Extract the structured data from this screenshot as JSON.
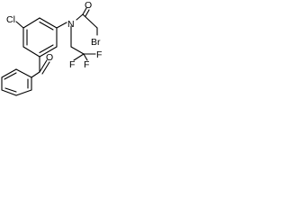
{
  "molecule": {
    "atoms": {
      "chlorine": "Cl",
      "nitrogen": "N",
      "carbonyl_oxygen": "O",
      "ketone_oxygen": "O",
      "bromine": "Br",
      "fluorine_1": "F",
      "fluorine_2": "F",
      "fluorine_3": "F"
    }
  },
  "colors": {
    "ink": "#000000",
    "background": "#ffffff"
  }
}
